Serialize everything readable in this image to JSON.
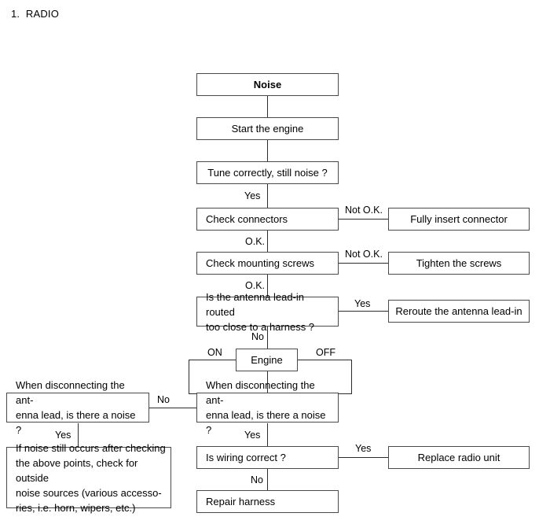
{
  "document": {
    "title": "1.  RADIO"
  },
  "diagram": {
    "type": "flowchart",
    "subject": "Radio noise troubleshooting",
    "nodes": [
      {
        "id": "noise",
        "label": "Noise",
        "emphasis": "bold",
        "column": "center"
      },
      {
        "id": "start_engine",
        "label": "Start the engine",
        "emphasis": "normal",
        "column": "center"
      },
      {
        "id": "tune",
        "label": "Tune correctly, still noise ?",
        "emphasis": "normal",
        "column": "center"
      },
      {
        "id": "check_connectors",
        "label": "Check connectors",
        "emphasis": "normal",
        "column": "center"
      },
      {
        "id": "insert_connector",
        "label": "Fully insert connector",
        "emphasis": "normal",
        "column": "right"
      },
      {
        "id": "check_screws",
        "label": "Check mounting screws",
        "emphasis": "normal",
        "column": "center"
      },
      {
        "id": "tighten_screws",
        "label": "Tighten the screws",
        "emphasis": "normal",
        "column": "right"
      },
      {
        "id": "antenna_routed",
        "label": "Is the antenna lead-in routed\ntoo close to a harness ?",
        "emphasis": "normal",
        "column": "center"
      },
      {
        "id": "reroute_antenna",
        "label": "Reroute the antenna lead-in",
        "emphasis": "normal",
        "column": "right"
      },
      {
        "id": "engine",
        "label": "Engine",
        "emphasis": "normal",
        "column": "center"
      },
      {
        "id": "disconnect_left",
        "label": "When disconnecting the ant-\nenna lead, is there a noise ?",
        "emphasis": "normal",
        "column": "left"
      },
      {
        "id": "disconnect_mid",
        "label": "When disconnecting  the ant-\nenna lead, is there a noise ?",
        "emphasis": "normal",
        "column": "center"
      },
      {
        "id": "outside_noise",
        "label": "If noise still occurs after checking\nthe above points, check for outside\nnoise sources (various accesso-\nries, i.e. horn, wipers, etc.)",
        "emphasis": "normal",
        "column": "left"
      },
      {
        "id": "wiring_correct",
        "label": "Is wiring correct ?",
        "emphasis": "normal",
        "column": "center"
      },
      {
        "id": "replace_radio",
        "label": "Replace radio unit",
        "emphasis": "normal",
        "column": "right"
      },
      {
        "id": "repair_harness",
        "label": "Repair harness",
        "emphasis": "normal",
        "column": "center"
      }
    ],
    "edge_labels": [
      {
        "id": "yes_tune",
        "text": "Yes",
        "from": "tune",
        "to": "check_connectors"
      },
      {
        "id": "notok_connector",
        "text": "Not O.K.",
        "from": "check_connectors",
        "to": "insert_connector"
      },
      {
        "id": "ok_connector",
        "text": "O.K.",
        "from": "check_connectors",
        "to": "check_screws"
      },
      {
        "id": "notok_screws",
        "text": "Not O.K.",
        "from": "check_screws",
        "to": "tighten_screws"
      },
      {
        "id": "ok_screws",
        "text": "O.K.",
        "from": "check_screws",
        "to": "antenna_routed"
      },
      {
        "id": "yes_antenna",
        "text": "Yes",
        "from": "antenna_routed",
        "to": "reroute_antenna"
      },
      {
        "id": "no_antenna",
        "text": "No",
        "from": "antenna_routed",
        "to": "engine"
      },
      {
        "id": "engine_on",
        "text": "ON",
        "from": "engine",
        "to": "disconnect_mid"
      },
      {
        "id": "engine_off",
        "text": "OFF",
        "from": "engine",
        "to": "disconnect_mid"
      },
      {
        "id": "no_disconnect",
        "text": "No",
        "from": "disconnect_left",
        "to": "disconnect_mid"
      },
      {
        "id": "yes_disconnect",
        "text": "Yes",
        "from": "disconnect_left",
        "to": "outside_noise"
      },
      {
        "id": "yes_mid",
        "text": "Yes",
        "from": "disconnect_mid",
        "to": "wiring_correct"
      },
      {
        "id": "yes_wiring",
        "text": "Yes",
        "from": "wiring_correct",
        "to": "replace_radio"
      },
      {
        "id": "no_wiring",
        "text": "No",
        "from": "wiring_correct",
        "to": "repair_harness"
      }
    ],
    "colors": {
      "box_border": "#4a4a4a",
      "line": "#2b2b2b",
      "background": "#ffffff",
      "text": "#000000"
    }
  }
}
